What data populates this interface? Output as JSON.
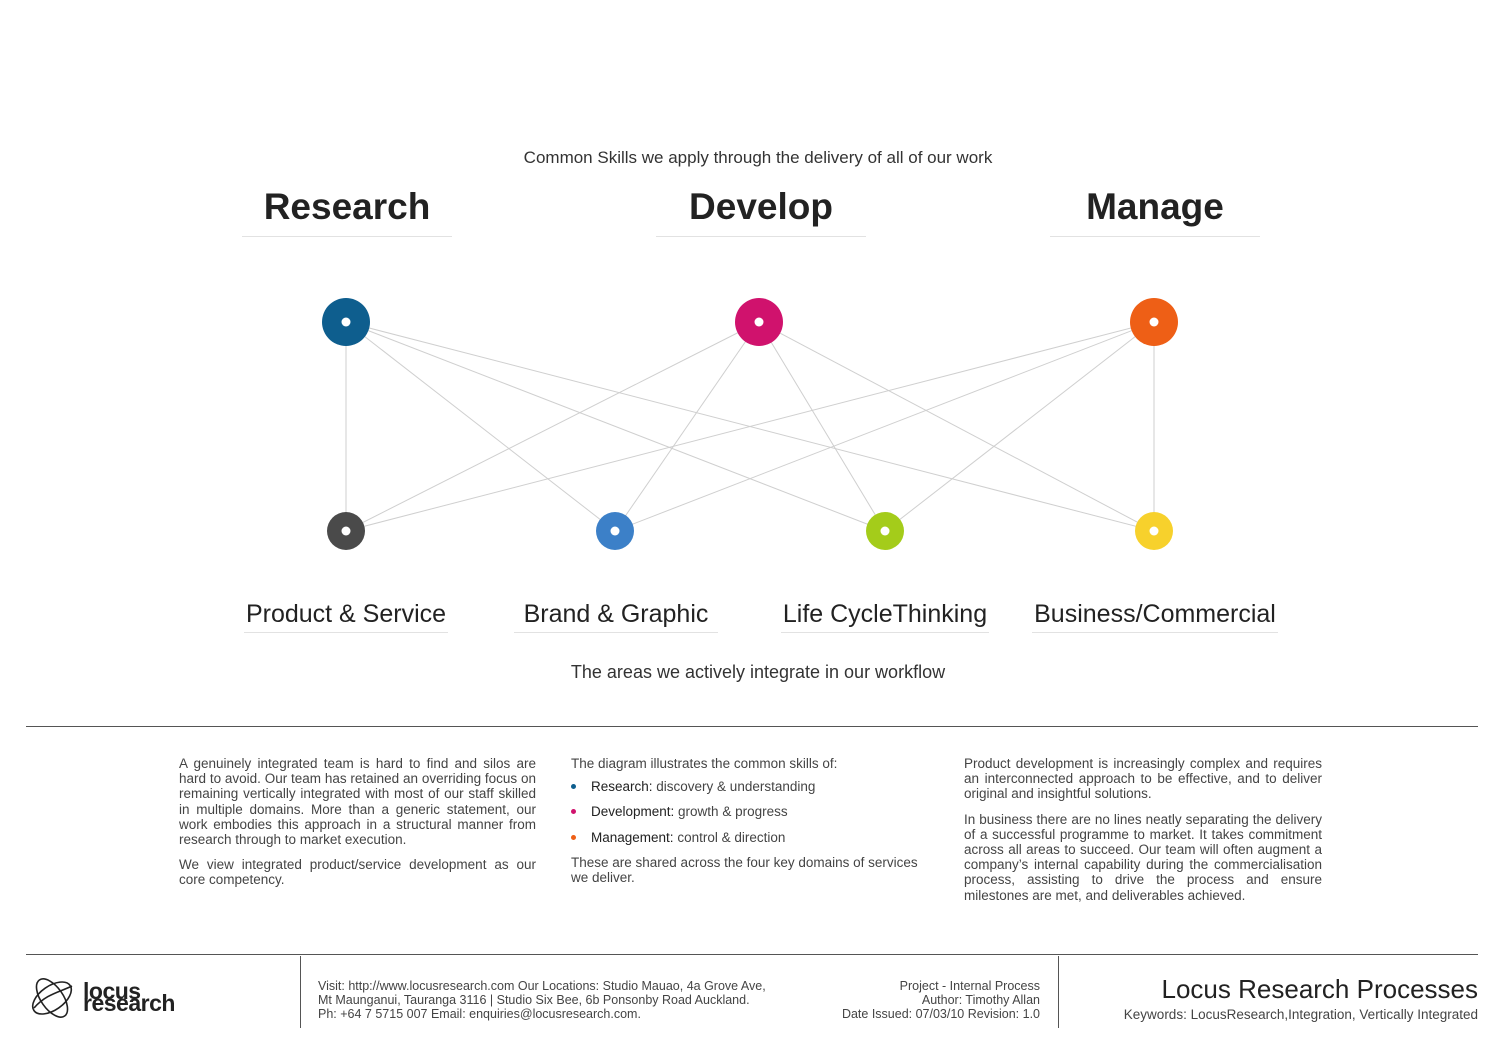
{
  "intro": "Common Skills we apply through the delivery of all of our work",
  "categories": [
    {
      "label": "Research",
      "color": "#0e5e8e"
    },
    {
      "label": "Develop",
      "color": "#d0126d"
    },
    {
      "label": "Manage",
      "color": "#ee5f16"
    }
  ],
  "domains": [
    {
      "label": "Product & Service",
      "color": "#4a4a4a"
    },
    {
      "label": "Brand & Graphic",
      "color": "#3c80c8"
    },
    {
      "label": "Life CycleThinking",
      "color": "#a4cc1a"
    },
    {
      "label": "Business/Commercial",
      "color": "#f7d12c"
    }
  ],
  "outro": "The areas we actively integrate in our workflow",
  "col1": {
    "p1": "A genuinely integrated team is hard to find and silos are hard to avoid. Our team has retained an overriding focus on remaining vertically integrated with most of our staff skilled in multiple domains. More than a generic statement, our work embodies this approach in a structural manner from research through to market execution.",
    "p2": "We view integrated product/service development as our core competency."
  },
  "col2": {
    "lead": "The diagram illustrates the common skills of:",
    "skills": [
      {
        "name": "Research:",
        "desc": " discovery & understanding",
        "color": "#0e5e8e"
      },
      {
        "name": "Development:",
        "desc": " growth & progress",
        "color": "#d0126d"
      },
      {
        "name": "Management:",
        "desc": " control & direction",
        "color": "#ee5f16"
      }
    ],
    "tail": "These are shared across the four key domains of services we deliver."
  },
  "col3": {
    "p1": "Product development is increasingly complex and requires an interconnected approach to be effective, and to deliver original and insightful solutions.",
    "p2": "In business there are no lines neatly separating the delivery of a successful programme to market. It takes commitment across all areas to succeed. Our team will often augment a company’s internal capability during the commercialisation process, assisting to drive the process and ensure milestones are met, and deliverables achieved."
  },
  "footer": {
    "logo_line1": "locus",
    "logo_line2": "research",
    "contact_line1": "Visit: http://www.locusresearch.com Our Locations: Studio Mauao, 4a Grove Ave,",
    "contact_line2": "Mt Maunganui, Tauranga 3116 | Studio Six Bee, 6b Ponsonby Road Auckland.",
    "contact_line3": "Ph: +64 7 5715 007 Email: enquiries@locusresearch.com.",
    "project": "Project - Internal Process",
    "author": "Author: Timothy Allan",
    "issued": "Date Issued: 07/03/10  Revision: 1.0",
    "title": "Locus Research Processes",
    "keywords": "Keywords: LocusResearch,Integration, Vertically Integrated"
  }
}
